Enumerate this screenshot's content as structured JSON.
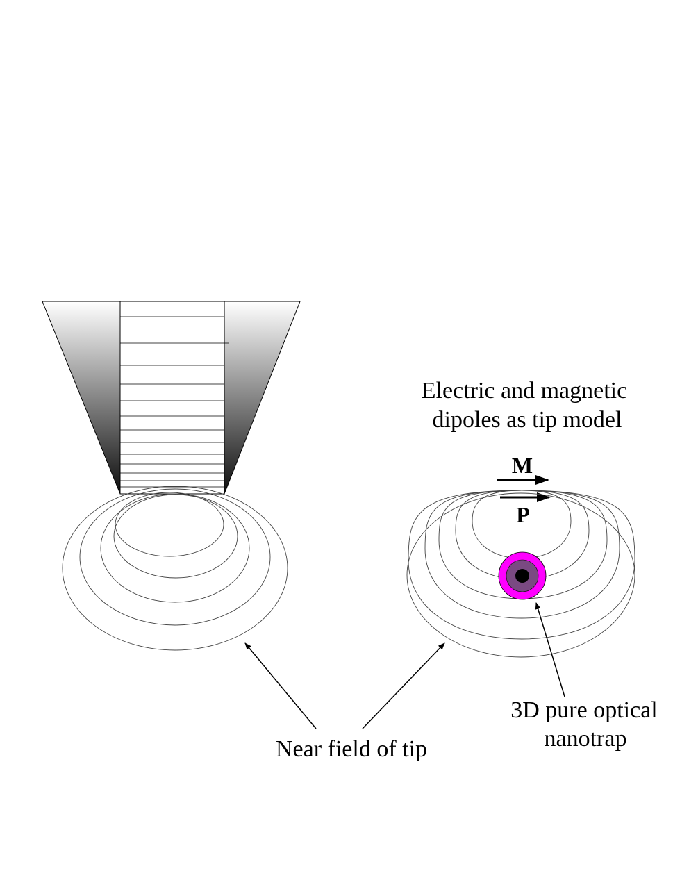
{
  "labels": {
    "dipoles_line1": "Electric and magnetic",
    "dipoles_line2": "dipoles as tip model",
    "magnetic_dipole": "M",
    "electric_dipole": "P",
    "nanotrap_line1": "3D pure optical",
    "nanotrap_line2": "nanotrap",
    "near_field": "Near field of tip"
  },
  "colors": {
    "tip_gradient_dark": "#0d0d0d",
    "tip_gradient_light": "#ffffff",
    "field_line": "#444444",
    "trap_outer": "#ff00ff",
    "trap_middle": "#7a4a82",
    "trap_core": "#000000"
  }
}
